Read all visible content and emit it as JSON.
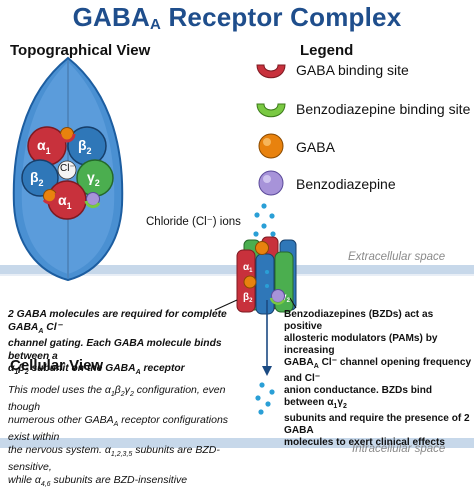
{
  "title": {
    "main": "GABA",
    "sub": "A",
    "rest": " Receptor Complex"
  },
  "topographical_view": {
    "heading": "Topographical View",
    "subunits": [
      {
        "name": "α",
        "sub": "1"
      },
      {
        "name": "β",
        "sub": "2"
      },
      {
        "name": "β",
        "sub": "2"
      },
      {
        "name": "γ",
        "sub": "2"
      },
      {
        "name": "α",
        "sub": "1"
      }
    ],
    "pore_label": "Cl⁻"
  },
  "legend": {
    "heading": "Legend",
    "items": [
      {
        "label": "GABA binding site",
        "icon": "gaba-binding-site-icon",
        "color": "#c8313c"
      },
      {
        "label": "Benzodiazepine binding site",
        "icon": "bzd-binding-site-icon",
        "color": "#7ac943"
      },
      {
        "label": "GABA",
        "icon": "gaba-molecule-icon",
        "color": "#e8820e"
      },
      {
        "label": "Benzodiazepine",
        "icon": "bzd-molecule-icon",
        "color": "#a793d9"
      }
    ]
  },
  "chloride_label": "Chloride (Cl⁻)  ions",
  "extracellular_label": "Extracellular space",
  "intracellular_label": "Intracellular space",
  "gaba_caption": {
    "l1": "2 GABA molecules are required for complete GABA",
    "l1_sub": "A",
    "l1_end": " Cl⁻",
    "l2": "channel gating. Each GABA molecule binds between a",
    "l3_a": "α",
    "l3_b": "β",
    "l3_c": " subunit on the GABA",
    "l3_sub": "A",
    "l3_d": " receptor"
  },
  "bzd_caption": {
    "l1": "Benzodiazepines (BZDs) act as positive",
    "l2": "allosteric modulators (PAMs) by increasing",
    "l3": "GABA",
    "l3_end": " Cl⁻ channel opening frequency and Cl⁻",
    "l4": "anion conductance. BZDs bind between α",
    "l4_end": "γ",
    "l5": "subunits and require the presence of 2 GABA",
    "l6": "molecules to exert clinical effects"
  },
  "cellular_view": {
    "heading": "Cellular View",
    "note_l1": "This model uses the α",
    "note_l1_end": " configuration, even though",
    "note_l2": "numerous other GABA",
    "note_l2_end": " receptor configurations exist within",
    "note_l3": "the nervous system. α",
    "note_l3_sub": "1,2,3,5",
    "note_l3_end": " subunits are BZD-sensitive,",
    "note_l4": "while α",
    "note_l4_sub": "4,6",
    "note_l4_end": " subunits are BZD-insensitive"
  },
  "colors": {
    "title": "#1f4e8c",
    "alpha": "#c8313c",
    "beta": "#2f77b8",
    "gamma": "#4bae4f",
    "receptor_shell": "#3a86c8",
    "membrane": "#b7cde3",
    "ion": "#2a9fd6"
  }
}
